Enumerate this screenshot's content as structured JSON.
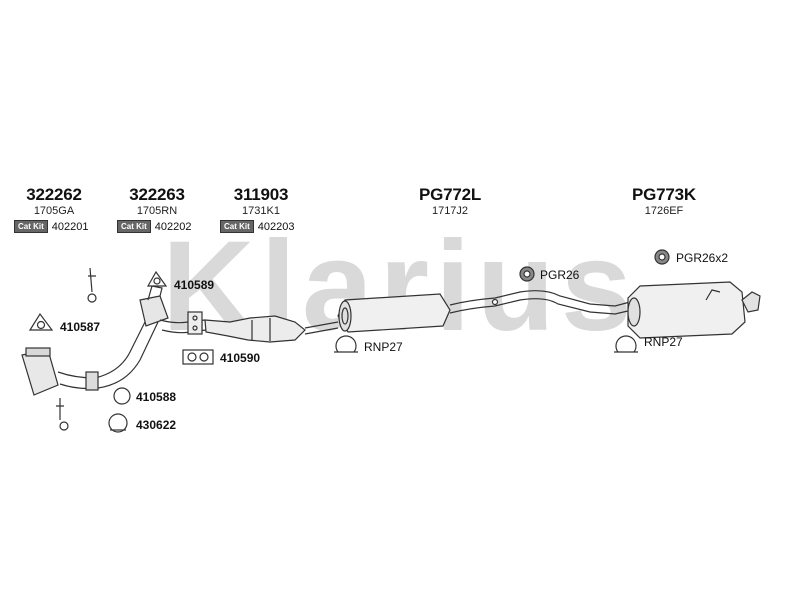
{
  "watermark": "Klarius",
  "colors": {
    "watermark": "#d9d9d9",
    "stroke": "#333333",
    "fill_light": "#eeeeee",
    "fill_mid": "#d4d4d4"
  },
  "headers": [
    {
      "part": "322262",
      "sub": "1705GA",
      "cat_kit_label": "Cat Kit",
      "kit": "402201"
    },
    {
      "part": "322263",
      "sub": "1705RN",
      "cat_kit_label": "Cat Kit",
      "kit": "402202"
    },
    {
      "part": "311903",
      "sub": "1731K1",
      "cat_kit_label": "Cat Kit",
      "kit": "402203"
    },
    {
      "part": "PG772L",
      "sub": "1717J2"
    },
    {
      "part": "PG773K",
      "sub": "1726EF"
    }
  ],
  "labels": {
    "l410589": "410589",
    "l410587": "410587",
    "l410590": "410590",
    "l410588": "410588",
    "l430622": "430622",
    "rnp27_a": "RNP27",
    "pgr26": "PGR26",
    "pgr26x2": "PGR26x2",
    "rnp27_b": "RNP27"
  }
}
